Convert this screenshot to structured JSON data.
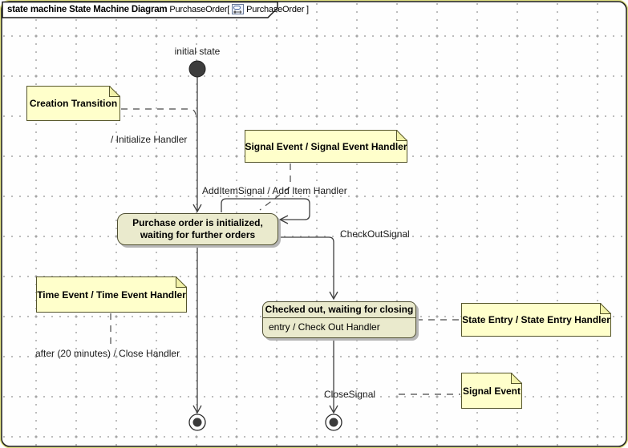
{
  "header": {
    "keyword": "state machine",
    "title": "State Machine Diagram",
    "context_prefix": "PurchaseOrder[",
    "diagram_icon": "state-machine-diagram-icon",
    "instance": "PurchaseOrder",
    "suffix": "]"
  },
  "labels": {
    "initial_state": "initial state",
    "initialize": "/ Initialize Handler",
    "add_item": "AddItemSignal / Add Item Handler",
    "check_out": "CheckOutSignal",
    "after_close": "after (20 minutes) / Close Handler",
    "close_signal": "CloseSignal"
  },
  "states": {
    "purchase": {
      "line1": "Purchase order is initialized,",
      "line2": "waiting for further orders"
    },
    "checked": {
      "title": "Checked out, waiting for closing",
      "entry_action": "entry / Check Out Handler"
    }
  },
  "notes": {
    "creation": "Creation Transition",
    "signal_event_top": "Signal Event / Signal Event Handler",
    "time_event": "Time Event / Time Event Handler",
    "state_entry": "State Entry / State Entry Handler",
    "signal_event_bottom": "Signal Event"
  },
  "colors": {
    "note_fill": "#ffffcb",
    "note_border": "#55552b",
    "state_fill": "#eaeacd",
    "state_border": "#4f4f32",
    "shadow": "#b6b6b6",
    "line": "#3f3f3f",
    "grid_dot": "#bdbdbd",
    "initial_node_fill": "#3d3d3d",
    "frame_outer": "#dede7e"
  }
}
